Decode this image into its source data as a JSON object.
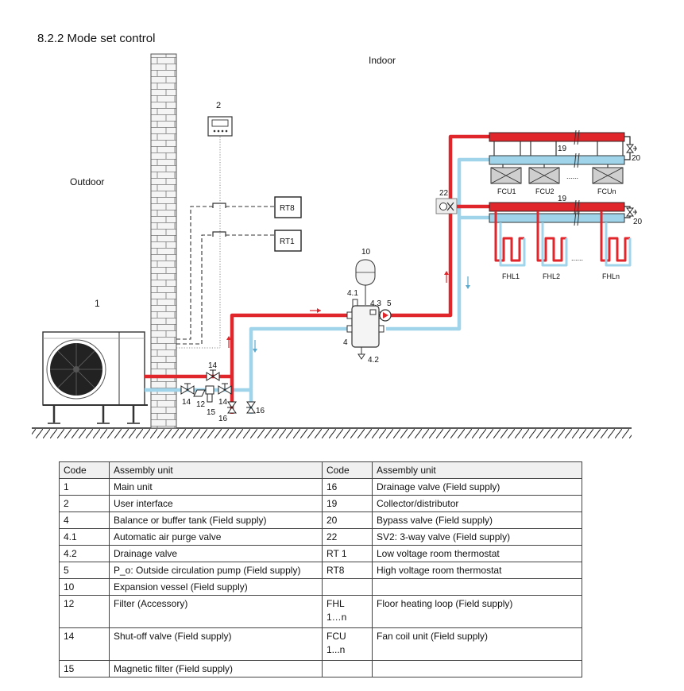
{
  "heading": "8.2.2 Mode set control",
  "labels": {
    "indoor": "Indoor",
    "outdoor": "Outdoor",
    "unit": "1",
    "user_interface": "2",
    "rt8": "RT8",
    "rt1": "RT1",
    "vessel": "10",
    "purge": "4.1",
    "tank_port": "4.3",
    "pump": "5",
    "tank": "4",
    "drain": "4.2",
    "shutoff_top": "14",
    "shutoff_left": "14",
    "shutoff_right": "14",
    "filter": "12",
    "mag_filter": "15",
    "drain16a": "16",
    "drain16b": "16",
    "sv2": "22",
    "collector_top": "19",
    "collector_mid": "19",
    "bypass_top": "20",
    "bypass_mid": "20",
    "fcu1": "FCU1",
    "fcu2": "FCU2",
    "fcu_dots": "......",
    "fcun": "FCUn",
    "fhl1": "FHL1",
    "fhl2": "FHL2",
    "fhl_dots": "......",
    "fhln": "FHLn"
  },
  "colors": {
    "hot_pipe": "#e0262b",
    "cold_pipe": "#9fd4ea",
    "hot_dark": "#b81c20",
    "cold_dark": "#5aa9cf",
    "wall": "#f2f2f2",
    "ground": "#222222"
  },
  "table": {
    "headers": [
      "Code",
      "Assembly unit",
      "Code",
      "Assembly unit"
    ],
    "rows": [
      {
        "c1": "1",
        "u1": "Main unit",
        "c2": "16",
        "u2": "Drainage valve (Field supply)"
      },
      {
        "c1": "2",
        "u1": "User interface",
        "c2": "19",
        "u2": "Collector/distributor"
      },
      {
        "c1": "4",
        "u1": "Balance or buffer tank (Field supply)",
        "c2": "20",
        "u2": "Bypass valve (Field supply)"
      },
      {
        "c1": "4.1",
        "u1": "Automatic air purge  valve",
        "c2": "22",
        "u2": "SV2: 3-way valve (Field supply)"
      },
      {
        "c1": "4.2",
        "u1": "Drainage valve",
        "c2": "RT 1",
        "u2": "Low voltage room thermostat"
      },
      {
        "c1": "5",
        "u1": "P_o: Outside circulation pump (Field supply)",
        "c2": "RT8",
        "u2": "High voltage room thermostat"
      },
      {
        "c1": "10",
        "u1": "Expansion vessel (Field supply)",
        "c2": "",
        "u2": ""
      },
      {
        "c1": "12",
        "u1": "Filter (Accessory)",
        "c2": "FHL",
        "c2b": "1…n",
        "u2": "Floor heating loop (Field supply)"
      },
      {
        "c1": "14",
        "u1": "Shut-off valve (Field supply)",
        "c2": "FCU",
        "c2b": "1...n",
        "u2": "Fan coil unit (Field supply)"
      },
      {
        "c1": "15",
        "u1": "Magnetic filter (Field supply)",
        "c2": "",
        "u2": ""
      }
    ]
  }
}
